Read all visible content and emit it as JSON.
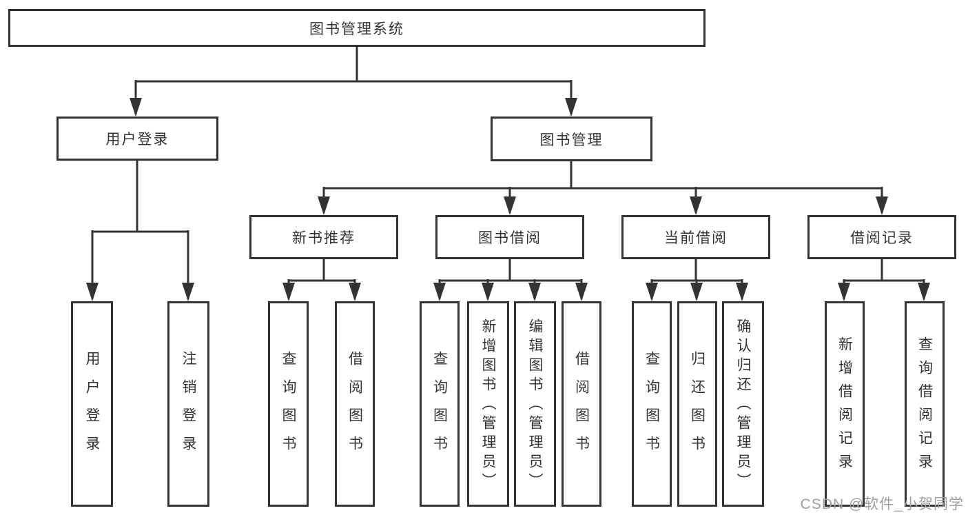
{
  "page": {
    "background": "#ffffff",
    "line_color": "#333333",
    "text_color": "#333333"
  },
  "tree": {
    "label": "图书管理系统",
    "children": [
      {
        "label": "用户登录",
        "children": [
          {
            "label": "用户登录"
          },
          {
            "label": "注销登录"
          }
        ]
      },
      {
        "label": "图书管理",
        "children": [
          {
            "label": "新书推荐",
            "children": [
              {
                "label": "查询图书"
              },
              {
                "label": "借阅图书"
              }
            ]
          },
          {
            "label": "图书借阅",
            "children": [
              {
                "label": "查询图书"
              },
              {
                "label": "新增图书（管理员）"
              },
              {
                "label": "编辑图书（管理员）"
              },
              {
                "label": "借阅图书"
              }
            ]
          },
          {
            "label": "当前借阅",
            "children": [
              {
                "label": "查询图书"
              },
              {
                "label": "归还图书"
              },
              {
                "label": "确认归还（管理员）"
              }
            ]
          },
          {
            "label": "借阅记录",
            "children": [
              {
                "label": "新增借阅记录"
              },
              {
                "label": "查询借阅记录"
              }
            ]
          }
        ]
      }
    ]
  },
  "watermark": {
    "text": "CSDN @软件_小贺同学",
    "color": "#9e9e9e"
  }
}
